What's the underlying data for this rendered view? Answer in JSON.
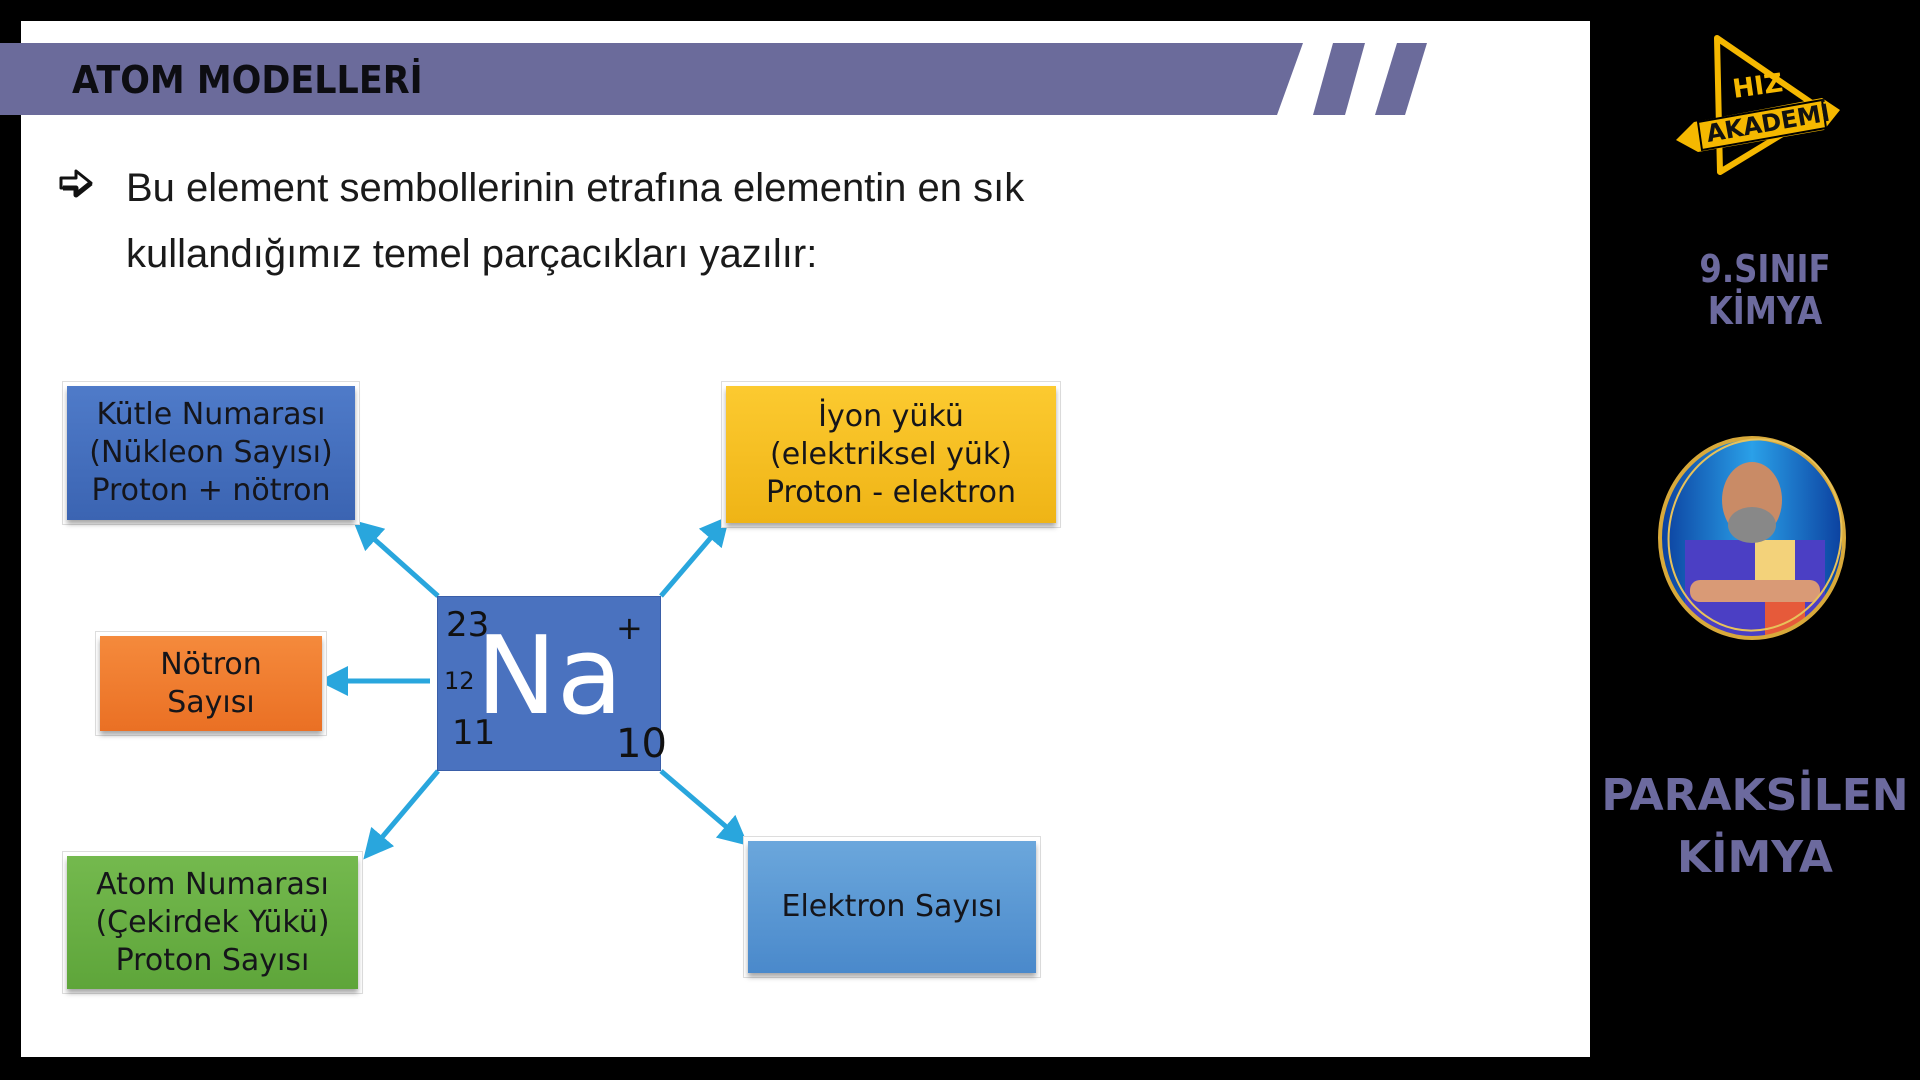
{
  "slide": {
    "title": "ATOM MODELLERİ",
    "intro_line1": "Bu element sembollerinin etrafına elementin en sık",
    "intro_line2": "kullandığımız temel parçacıkları yazılır:",
    "bullet_icon": "outline-right-arrow-icon"
  },
  "element": {
    "symbol": "Na",
    "mass_number": "23",
    "neutron_count": "12",
    "atomic_number": "11",
    "charge": "+",
    "electron_count": "10",
    "box_color": "#4a72bf"
  },
  "boxes": {
    "kutle": {
      "line1": "Kütle Numarası",
      "line2": "(Nükleon Sayısı)",
      "line3": "Proton + nötron",
      "color": "#4472c4"
    },
    "iyon": {
      "line1": "İyon yükü",
      "line2": "(elektriksel yük)",
      "line3": "Proton - elektron",
      "color": "#f8bf22"
    },
    "notron": {
      "line1": "Nötron",
      "line2": "Sayısı",
      "color": "#ef7b2e"
    },
    "atom": {
      "line1": "Atom Numarası",
      "line2": "(Çekirdek Yükü)",
      "line3": "Proton Sayısı",
      "color": "#6aaf45"
    },
    "elektron": {
      "line1": "Elektron Sayısı",
      "color": "#5b9bd5"
    }
  },
  "arrow_color": "#29a6dd",
  "title_bar_color": "#6b6b9b",
  "sidebar": {
    "logo_line1": "HIZ",
    "logo_line2": "AKADEMİ",
    "logo_color": "#f5b800",
    "grade_line1": "9.SINIF",
    "grade_line2": "KİMYA",
    "brand_line1": "PARAKSİLEN",
    "brand_line2": "KİMYA",
    "text_color": "#6c6a9e"
  }
}
